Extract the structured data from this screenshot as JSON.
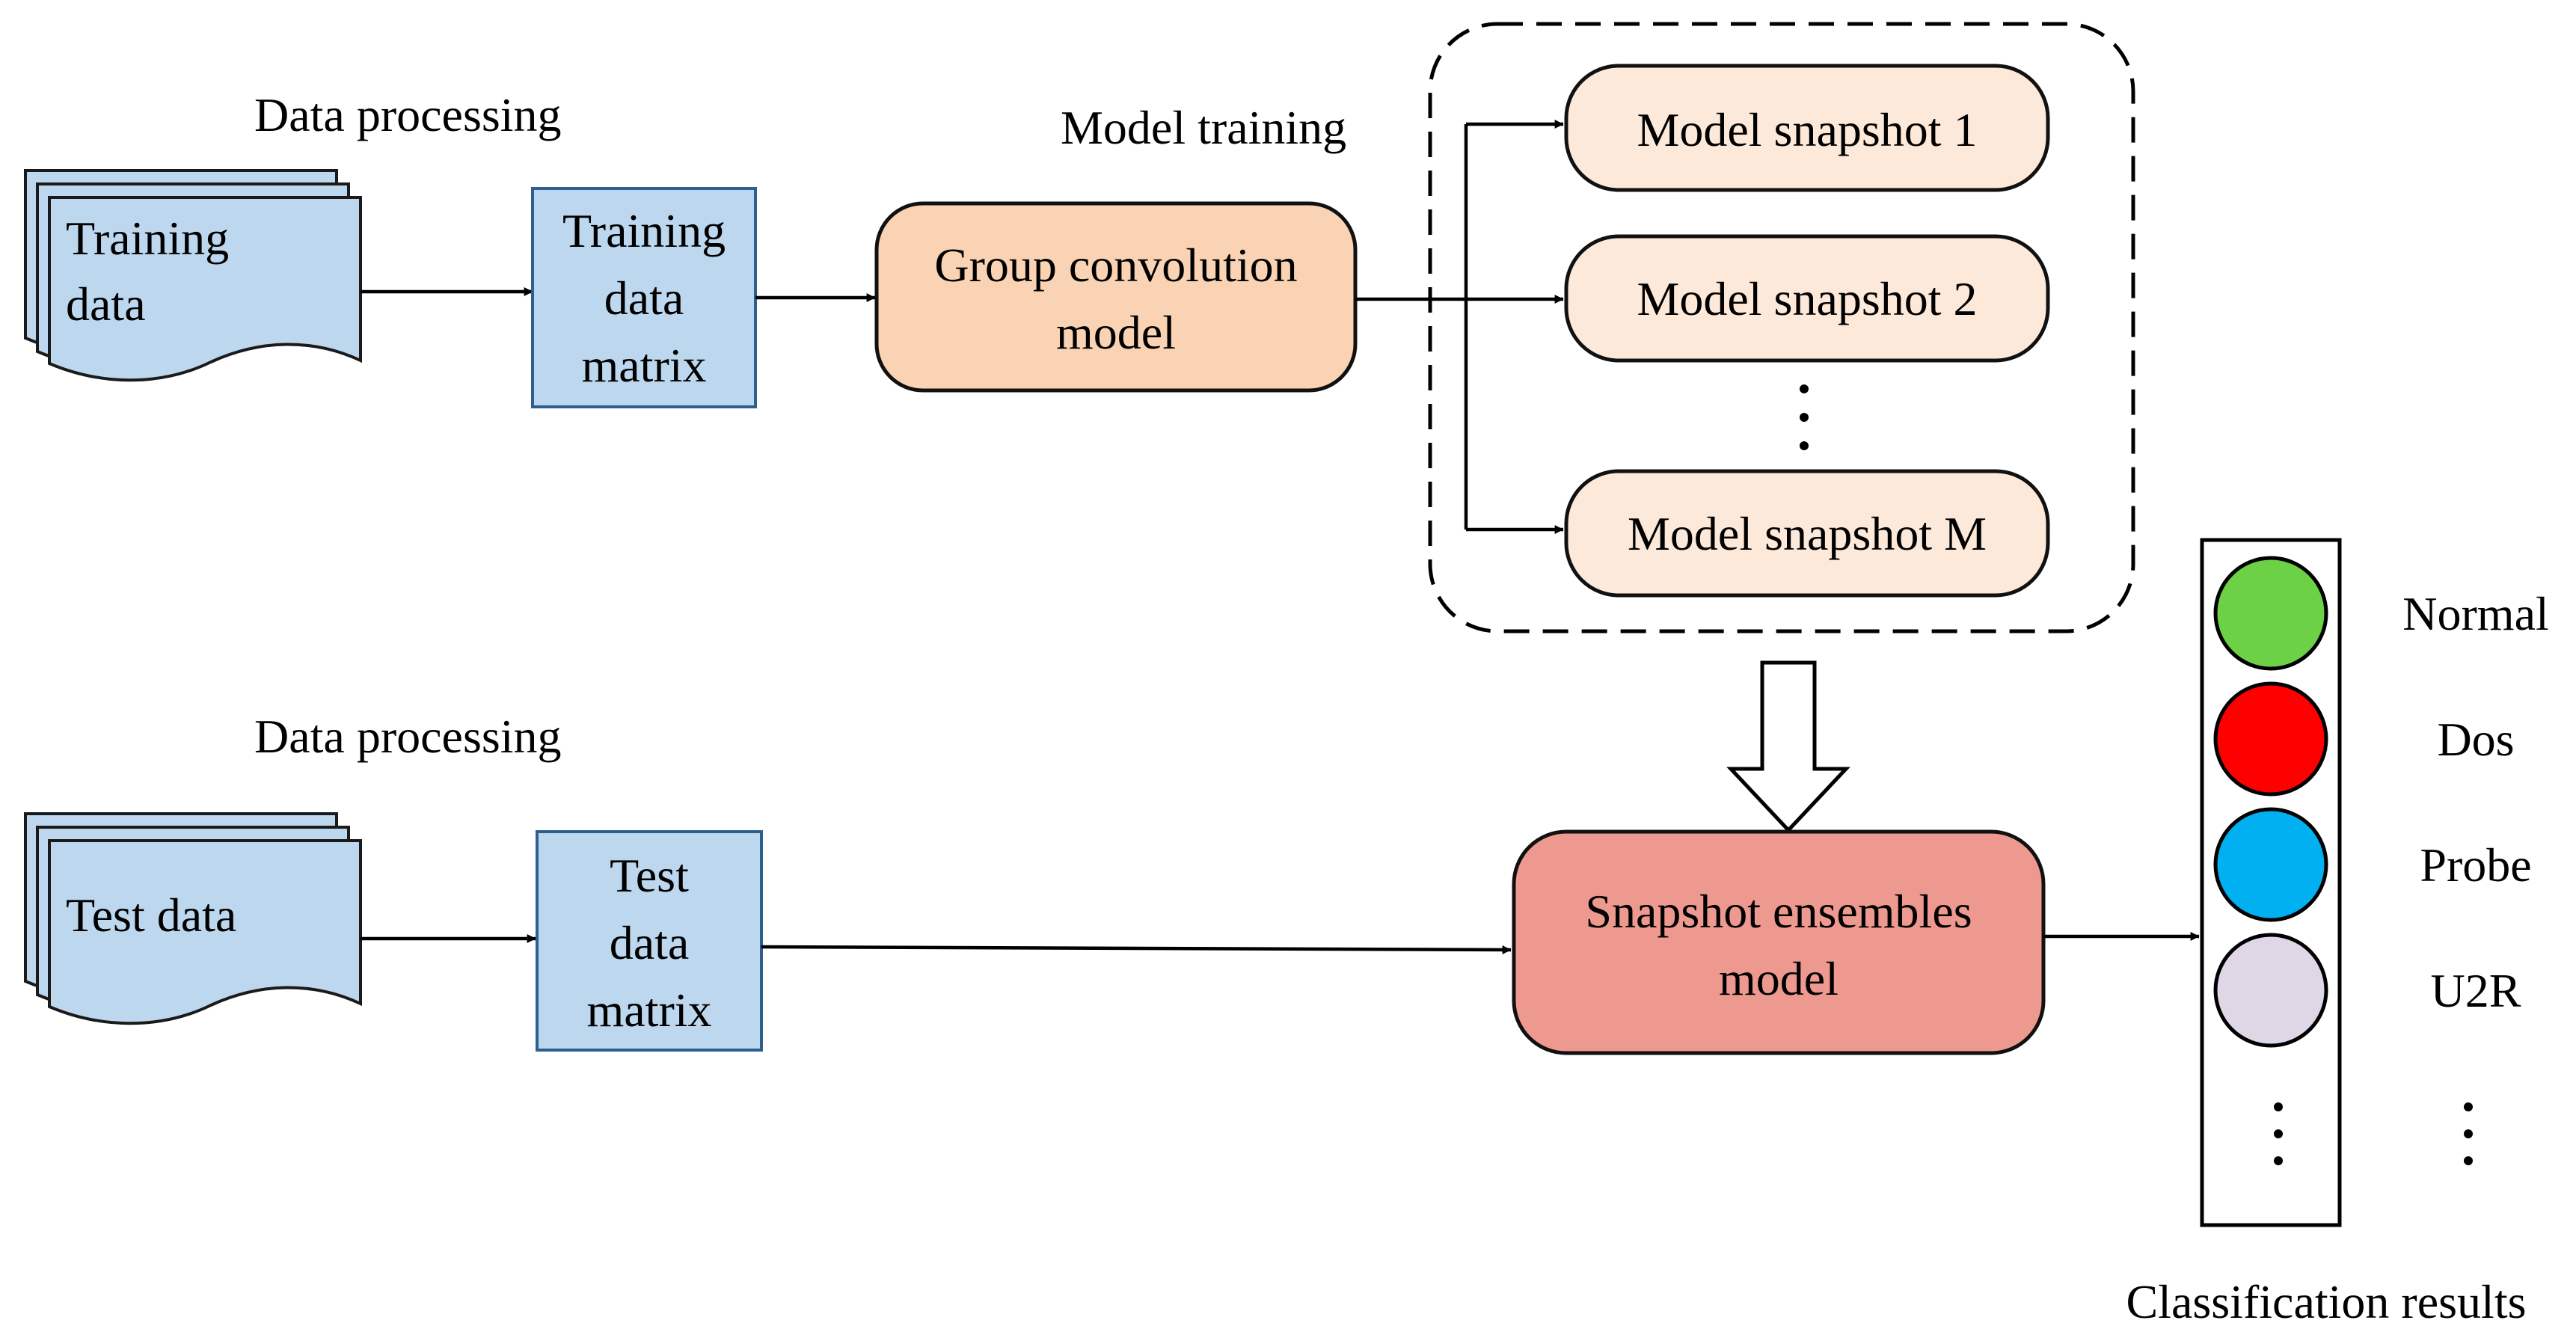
{
  "labels": {
    "data_processing_top": "Data processing",
    "data_processing_bottom": "Data processing",
    "model_training": "Model training",
    "classification_results": "Classification results",
    "ellipsis": "⋮"
  },
  "nodes": {
    "training_data": [
      "Training",
      "data"
    ],
    "training_data_matrix": [
      "Training",
      "data",
      "matrix"
    ],
    "group_conv_model": [
      "Group convolution",
      "model"
    ],
    "snapshot_1": "Model snapshot 1",
    "snapshot_2": "Model snapshot 2",
    "snapshot_m": "Model snapshot M",
    "test_data": "Test data",
    "test_data_matrix": [
      "Test",
      "data",
      "matrix"
    ],
    "ensembles_model": [
      "Snapshot ensembles",
      "model"
    ]
  },
  "classes": [
    {
      "name": "Normal",
      "color": "#6dd146"
    },
    {
      "name": "Dos",
      "color": "#ff0000"
    },
    {
      "name": "Probe",
      "color": "#00b0f0"
    },
    {
      "name": "U2R",
      "color": "#e0d7e6"
    }
  ],
  "colors": {
    "data_blue": "#bdd7ee",
    "model_peach": "#fce4d6",
    "snapshot_peach": "#fde9d9",
    "group_conv_fill": "#f9d3b3",
    "ensemble_red": "#ee9990"
  }
}
